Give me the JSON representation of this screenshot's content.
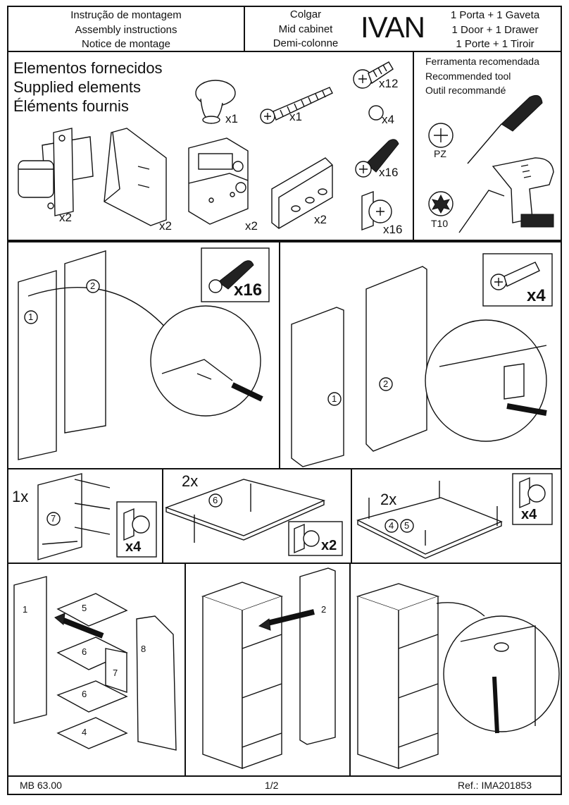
{
  "header": {
    "left_lines": [
      "Instrução de montagem",
      "Assembly instructions",
      "Notice de montage"
    ],
    "mid_lines": [
      "Colgar",
      "Mid cabinet",
      "Demi-colonne"
    ],
    "model": "IVAN",
    "right_lines": [
      "1 Porta + 1 Gaveta",
      "1 Door + 1 Drawer",
      "1 Porte + 1 Tiroir"
    ]
  },
  "supplied": {
    "title_lines": [
      "Elementos fornecidos",
      "Supplied elements",
      "Éléments fournis"
    ],
    "counts": {
      "hinge": "x2",
      "drawer_front_bracket": "x2",
      "hinge_plate": "x2",
      "rail_bracket": "x2",
      "knob": "x1",
      "long_screw": "x1",
      "short_screw": "x12",
      "washer": "x4",
      "dowel": "x16",
      "cam_lock": "x16"
    }
  },
  "tools": {
    "title_lines": [
      "Ferramenta recomendada",
      "Recommended tool",
      "Outil recommandé"
    ],
    "pz_label": "PZ",
    "t10_label": "T10"
  },
  "steps": {
    "step1": {
      "badge": "x16",
      "parts": [
        "1",
        "2"
      ]
    },
    "step2": {
      "badge": "x4",
      "parts": [
        "1",
        "2"
      ]
    },
    "step3": {
      "qty": "1x",
      "part": "7",
      "badge": "x4"
    },
    "step4": {
      "qty": "2x",
      "part": "6",
      "badge": "x2"
    },
    "step5": {
      "qty": "2x",
      "parts": [
        "4",
        "5"
      ],
      "badge": "x4"
    },
    "step6": {
      "parts": [
        "1",
        "5",
        "6",
        "7",
        "6",
        "8",
        "4"
      ]
    },
    "step7": {
      "part": "2"
    }
  },
  "footer": {
    "code": "MB 63.00",
    "page": "1/2",
    "ref": "Ref.: IMA201853"
  },
  "icons": [
    "phillips-screw-icon",
    "torx-icon",
    "screwdriver-icon",
    "drill-icon",
    "allen-key-icon",
    "cam-lock-icon",
    "dowel-icon",
    "washer-icon",
    "knob-icon",
    "hinge-icon",
    "arrow-icon"
  ]
}
